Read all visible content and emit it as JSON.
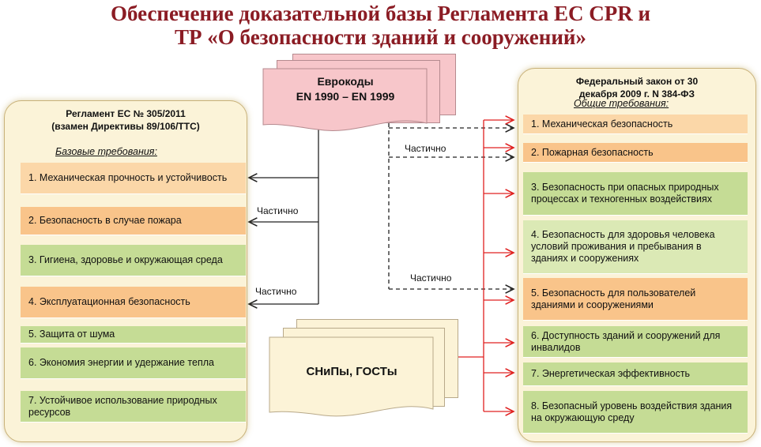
{
  "title": {
    "line1": "Обеспечение доказательной базы Регламента ЕС CPR и",
    "line2": "ТР «О безопасности зданий и сооружений»"
  },
  "left_panel": {
    "heading1": "Регламент ЕС № 305/2011",
    "heading2": "(взамен Директивы 89/106/ТТС)",
    "subheading": "Базовые требования:",
    "items": [
      "1. Механическая прочность и устойчивость",
      "2. Безопасность в случае пожара",
      "3. Гигиена, здоровье и окружающая среда",
      "4. Эксплуатационная безопасность",
      "5. Защита от шума",
      "6. Экономия энергии и удержание тепла",
      "7. Устойчивое использование природных ресурсов"
    ]
  },
  "right_panel": {
    "heading1": "Федеральный закон от 30",
    "heading2": "декабря 2009 г. N 384-ФЗ",
    "subheading": "Общие требования:",
    "items": [
      "1. Механическая безопасность",
      "2. Пожарная безопасность",
      "3. Безопасность при опасных природных процессах и техногенных воздействиях",
      "4. Безопасность для здоровья человека условий проживания и пребывания в зданиях и сооружениях",
      "5. Безопасность для пользователей зданиями и сооружениями",
      "6. Доступность зданий и сооружений для инвалидов",
      "7. Энергетическая эффективность",
      "8. Безопасный уровень воздействия здания на окружающую среду"
    ]
  },
  "eurocodes": {
    "line1": "Еврокоды",
    "line2": "EN 1990 – EN 1999"
  },
  "snip": {
    "label": "СНиПы, ГОСТы"
  },
  "connector_labels": {
    "left_top": "Частично",
    "left_bottom": "Частично",
    "right_top": "Частично",
    "right_bottom": "Частично"
  },
  "colors": {
    "title": "#8b1c24",
    "green": "#c5dc95",
    "orange": "#f9c48a",
    "pink_doc": "#f7c6ca",
    "red_arrows": "#e02020",
    "panel_bg": "#fbf3d8"
  }
}
